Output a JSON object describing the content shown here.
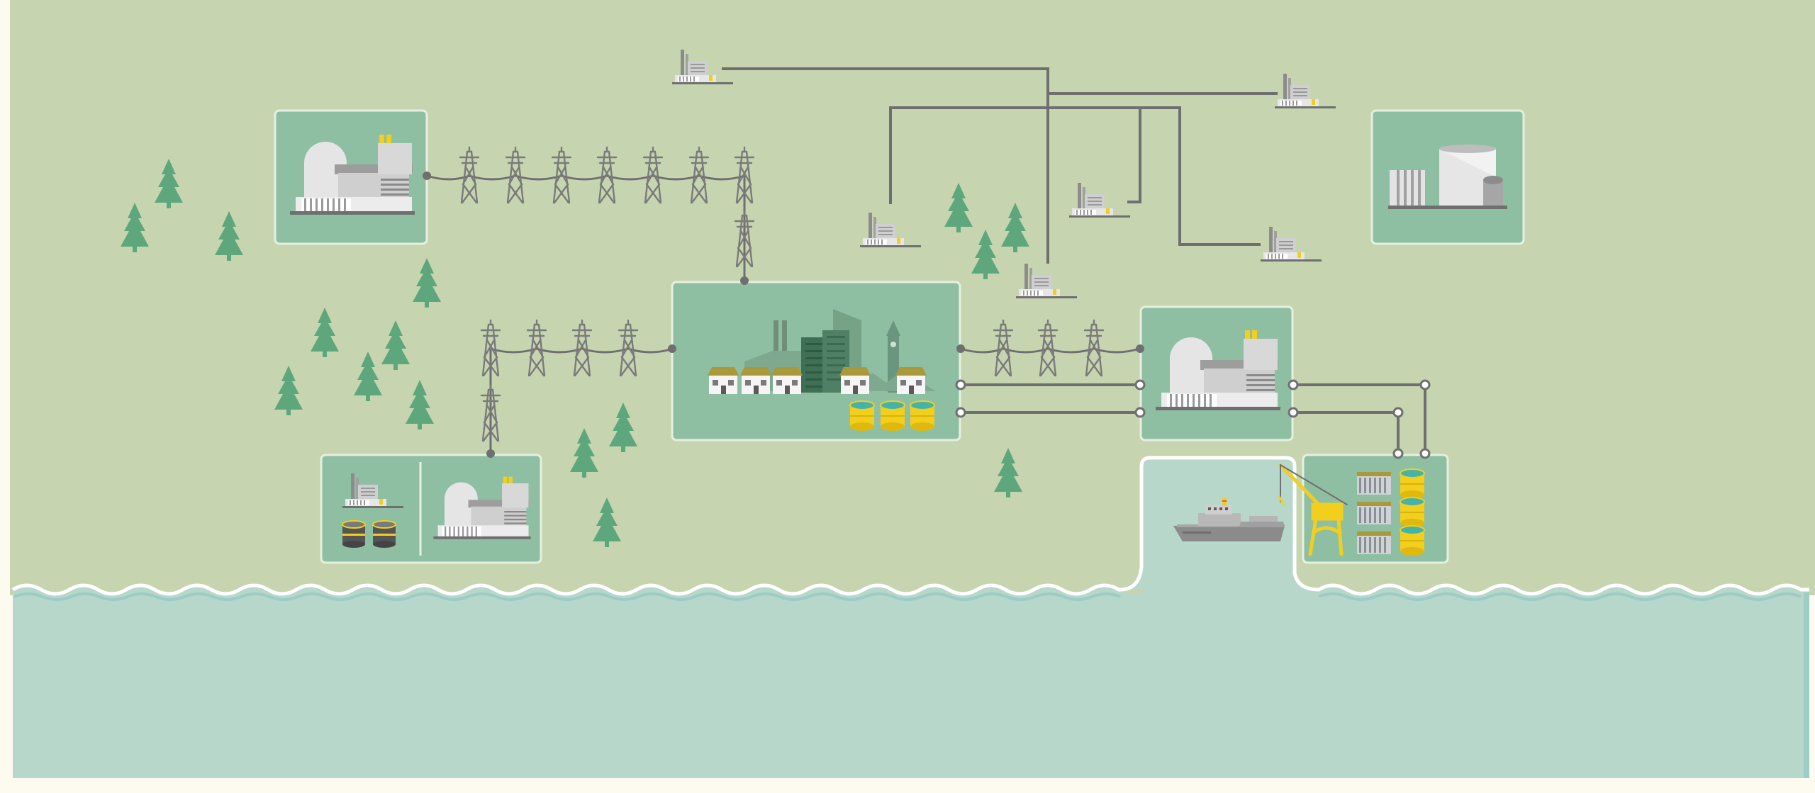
{
  "palette": {
    "land": "#c6d5b0",
    "water": "#b7d7cb",
    "water_edge": "#8ec7c3",
    "panel": "#8fbfa3",
    "panel_border": "#e6f0df",
    "tree": "#5ea77c",
    "line": "#6f6f6f",
    "pylon": "#7a7a7a",
    "building": "#cfcfcf",
    "building_dark": "#a9a9a9",
    "accent_yellow": "#f2cf1d",
    "tank_cyan": "#46b3a9",
    "roof_gold": "#a9993b"
  },
  "scene": {
    "panels": [
      {
        "name": "nuclear-plant-panel-northwest"
      },
      {
        "name": "nuclear-plant-panel-east"
      },
      {
        "name": "city-hub-panel"
      },
      {
        "name": "storage-plant-panel-northeast"
      },
      {
        "name": "combined-plant-panel-southwest"
      },
      {
        "name": "port-storage-panel"
      },
      {
        "name": "harbor-panel"
      }
    ],
    "icons": [
      "nuclear-plant-icon",
      "factory-icon",
      "power-pylon-icon",
      "tree-icon",
      "house-icon",
      "office-tower-icon",
      "clock-tower-icon",
      "storage-tank-icon",
      "barrel-icon",
      "cargo-ship-icon",
      "crane-icon",
      "container-stack-icon"
    ]
  }
}
